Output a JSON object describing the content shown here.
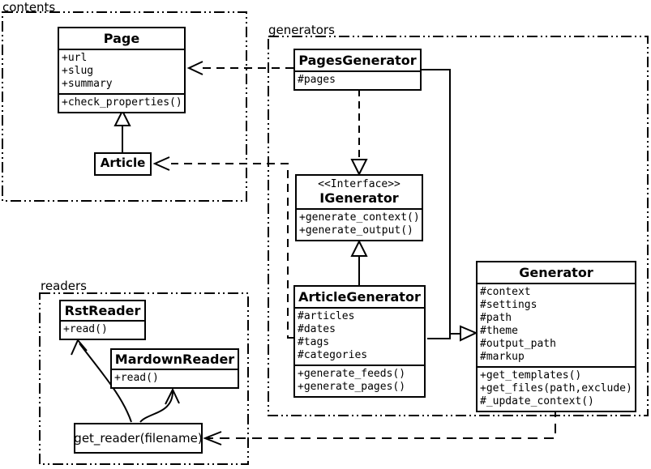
{
  "diagram": {
    "background": "#ffffff",
    "line_color": "#000000"
  },
  "packages": {
    "contents": {
      "label": "contents"
    },
    "generators": {
      "label": "generators"
    },
    "readers": {
      "label": "readers"
    }
  },
  "classes": {
    "page": {
      "title": "Page",
      "attributes": [
        "+url",
        "+slug",
        "+summary"
      ],
      "methods": [
        "+check_properties()"
      ]
    },
    "article": {
      "title": "Article"
    },
    "pages_generator": {
      "title": "PagesGenerator",
      "attributes": [
        "#pages"
      ]
    },
    "igenerator": {
      "stereotype": "<<Interface>>",
      "title": "IGenerator",
      "methods": [
        "+generate_context()",
        "+generate_output()"
      ]
    },
    "article_generator": {
      "title": "ArticleGenerator",
      "attributes": [
        "#articles",
        "#dates",
        "#tags",
        "#categories"
      ],
      "methods": [
        "+generate_feeds()",
        "+generate_pages()"
      ]
    },
    "generator": {
      "title": "Generator",
      "attributes": [
        "#context",
        "#settings",
        "#path",
        "#theme",
        "#output_path",
        "#markup"
      ],
      "methods": [
        "+get_templates()",
        "+get_files(path,exclude)",
        "#_update_context()"
      ]
    },
    "rst_reader": {
      "title": "RstReader",
      "methods": [
        "+read()"
      ]
    },
    "mardown_reader": {
      "title": "MardownReader",
      "methods": [
        "+read()"
      ]
    },
    "get_reader": {
      "label": "get_reader(filename)"
    }
  }
}
